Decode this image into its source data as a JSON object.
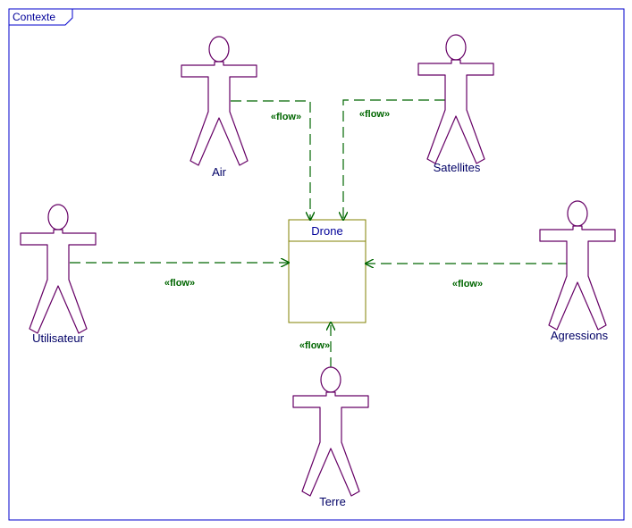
{
  "frame": {
    "title": "Contexte",
    "border_color": "#0000cc",
    "title_color": "#000099"
  },
  "block": {
    "name": "Drone",
    "border_color": "#808000",
    "title_color": "#000099"
  },
  "colors": {
    "actor_stroke": "#660066",
    "actor_label": "#000066",
    "flow": "#006600"
  },
  "actors": [
    {
      "id": "air",
      "label": "Air"
    },
    {
      "id": "satellites",
      "label": "Satellites"
    },
    {
      "id": "utilisateur",
      "label": "Utilisateur"
    },
    {
      "id": "agressions",
      "label": "Agressions"
    },
    {
      "id": "terre",
      "label": "Terre"
    }
  ],
  "flows": [
    {
      "id": "air-to-drone",
      "from": "Air",
      "to": "Drone",
      "label": "«flow»"
    },
    {
      "id": "satellites-to-drone",
      "from": "Satellites",
      "to": "Drone",
      "label": "«flow»"
    },
    {
      "id": "utilisateur-to-drone",
      "from": "Utilisateur",
      "to": "Drone",
      "label": "«flow»"
    },
    {
      "id": "agressions-to-drone",
      "from": "Agressions",
      "to": "Drone",
      "label": "«flow»"
    },
    {
      "id": "terre-to-drone",
      "from": "Terre",
      "to": "Drone",
      "label": "«flow»"
    }
  ]
}
